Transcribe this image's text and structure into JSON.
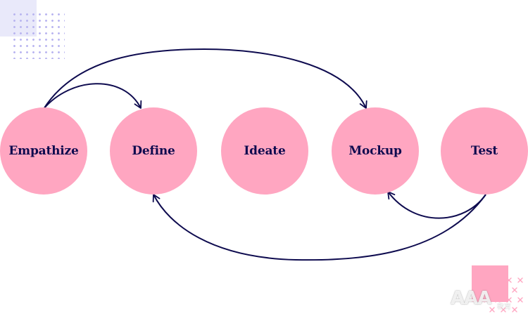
{
  "diagram": {
    "nodes": [
      {
        "id": "empathize",
        "label": "Empathize"
      },
      {
        "id": "define",
        "label": "Define"
      },
      {
        "id": "ideate",
        "label": "Ideate"
      },
      {
        "id": "mockup",
        "label": "Mockup"
      },
      {
        "id": "test",
        "label": "Test"
      }
    ],
    "edges": [
      {
        "from": "empathize",
        "to": "define"
      },
      {
        "from": "empathize",
        "to": "mockup"
      },
      {
        "from": "test",
        "to": "mockup"
      },
      {
        "from": "test",
        "to": "define"
      }
    ]
  },
  "colors": {
    "node_fill": "#FFA6C1",
    "text": "#0E0B4F",
    "arrow": "#0E0B4F",
    "decor_lavender": "#B9B5F0",
    "decor_pink": "#FFA6C1"
  },
  "watermark": {
    "text": "AAA",
    "sub": "教育"
  }
}
